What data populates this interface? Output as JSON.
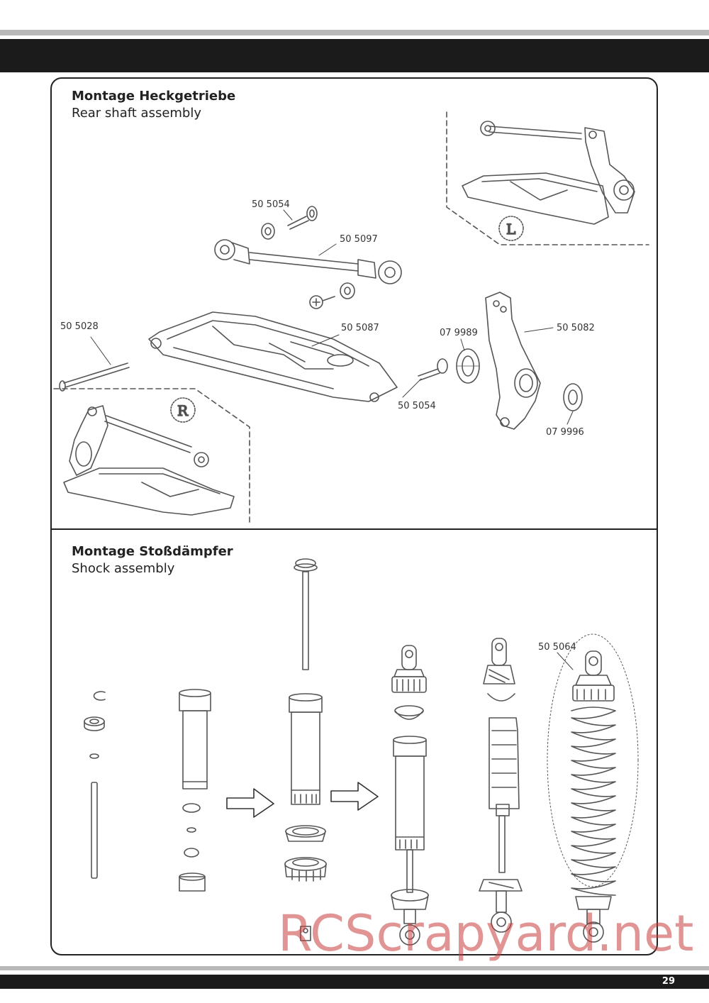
{
  "page_number": "29",
  "sections": [
    {
      "title_de": "Montage Heckgetriebe",
      "title_en": "Rear shaft assembly",
      "inset_left_label": "L",
      "inset_right_label": "R",
      "parts": [
        "50 5054",
        "50 5097",
        "50 5028",
        "50 5087",
        "07 9989",
        "50 5082",
        "50 5054",
        "07 9996"
      ]
    },
    {
      "title_de": "Montage Stoßdämpfer",
      "title_en": "Shock assembly",
      "parts": [
        "50 5064"
      ]
    }
  ],
  "watermark": "RCScrapyard.net"
}
